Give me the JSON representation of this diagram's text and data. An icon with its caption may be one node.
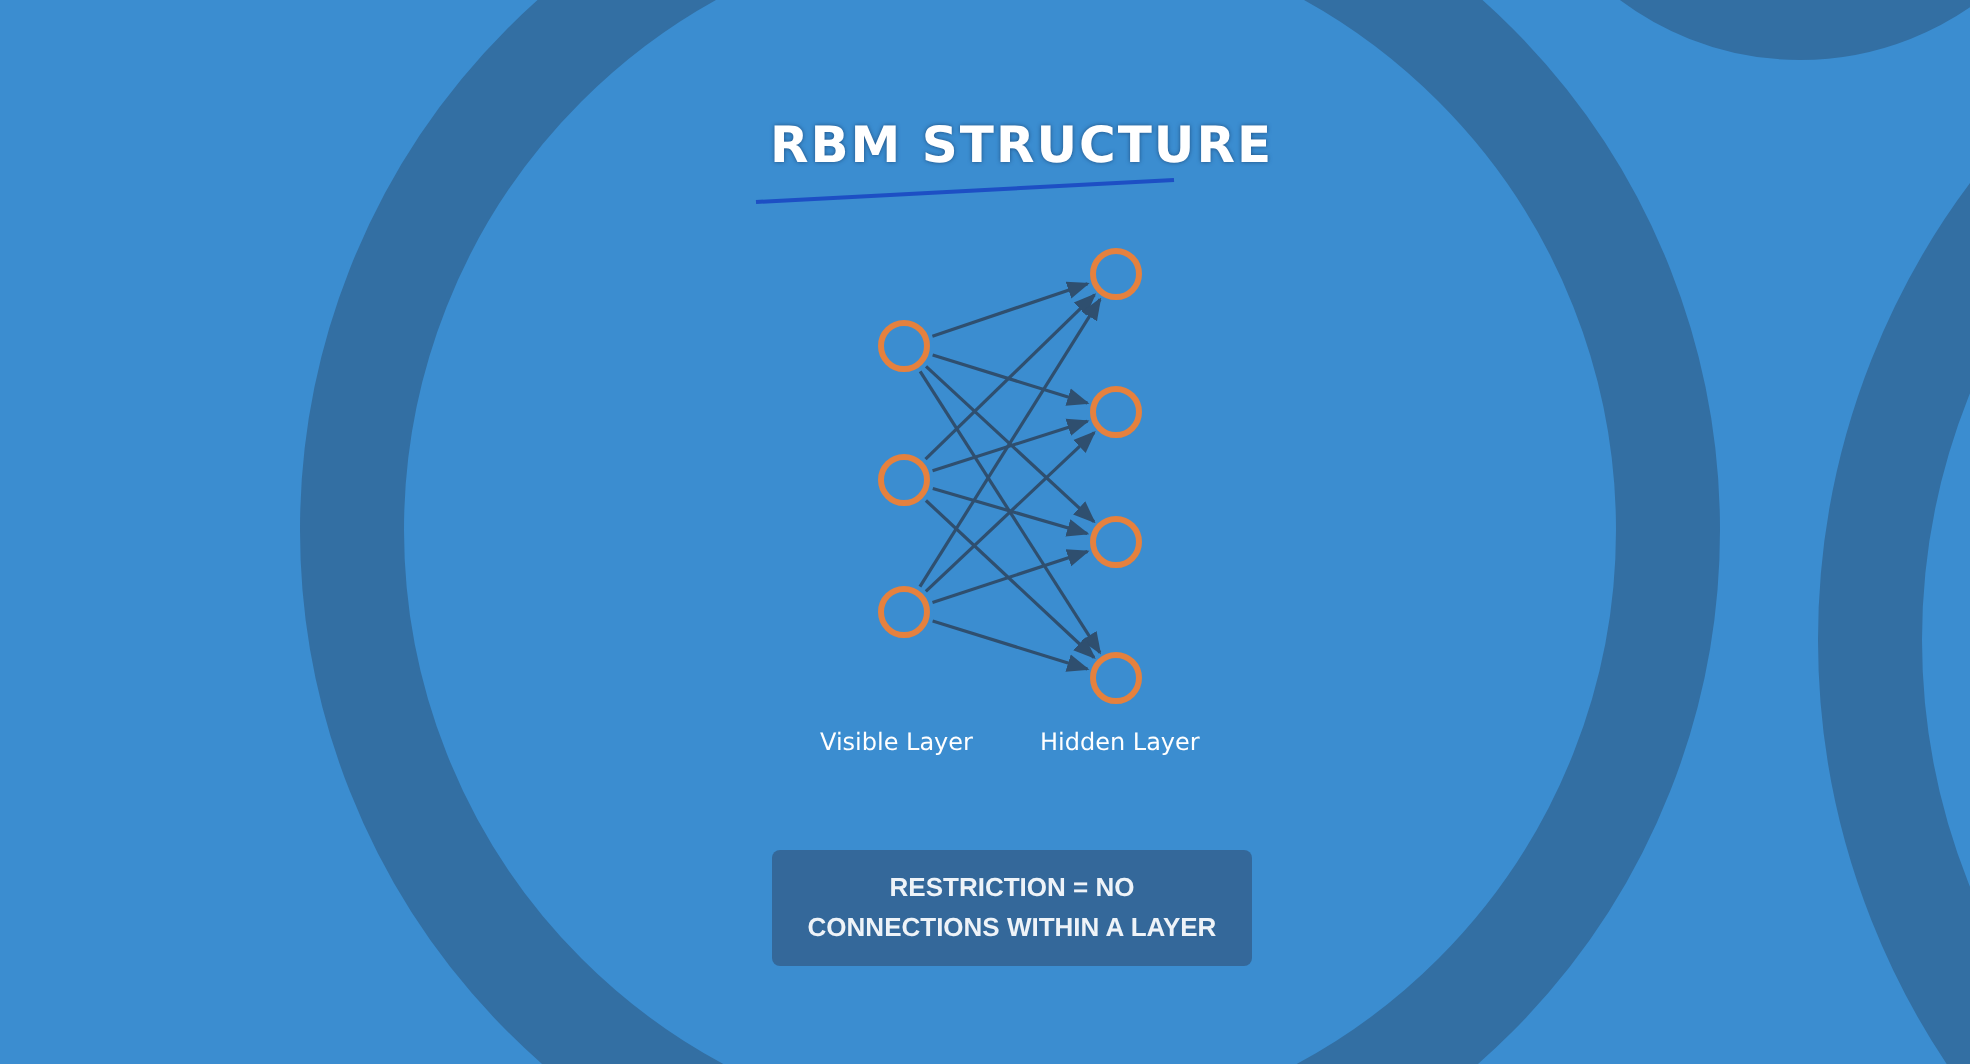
{
  "diagram": {
    "title": "RBM STRUCTURE",
    "nodes": [
      {
        "text": [],
        "shape": "circle"
      },
      {
        "text": [],
        "shape": "circle"
      },
      {
        "text": [],
        "shape": "circle"
      },
      {
        "text": [],
        "shape": "circle"
      },
      {
        "text": [],
        "shape": "circle"
      },
      {
        "text": [],
        "shape": "circle"
      },
      {
        "text": [],
        "shape": "circle"
      },
      {
        "text": [
          "RESTRICTION = NO CONNECTIONS WITHIN A LAYER"
        ]
      }
    ],
    "edges": [
      {
        "from": 0,
        "to": 3,
        "arrow": "to"
      },
      {
        "from": 0,
        "to": 4,
        "arrow": "to"
      },
      {
        "from": 0,
        "to": 5,
        "arrow": "to"
      },
      {
        "from": 0,
        "to": 6,
        "arrow": "to"
      },
      {
        "from": 1,
        "to": 3,
        "arrow": "to"
      },
      {
        "from": 1,
        "to": 4,
        "arrow": "to"
      },
      {
        "from": 1,
        "to": 5,
        "arrow": "to"
      },
      {
        "from": 1,
        "to": 6,
        "arrow": "to"
      },
      {
        "from": 2,
        "to": 3,
        "arrow": "to"
      },
      {
        "from": 2,
        "to": 4,
        "arrow": "to"
      },
      {
        "from": 2,
        "to": 5,
        "arrow": "to"
      },
      {
        "from": 2,
        "to": 6,
        "arrow": "to"
      }
    ],
    "labels": [
      "Visible Layer",
      "Hidden Layer"
    ]
  }
}
